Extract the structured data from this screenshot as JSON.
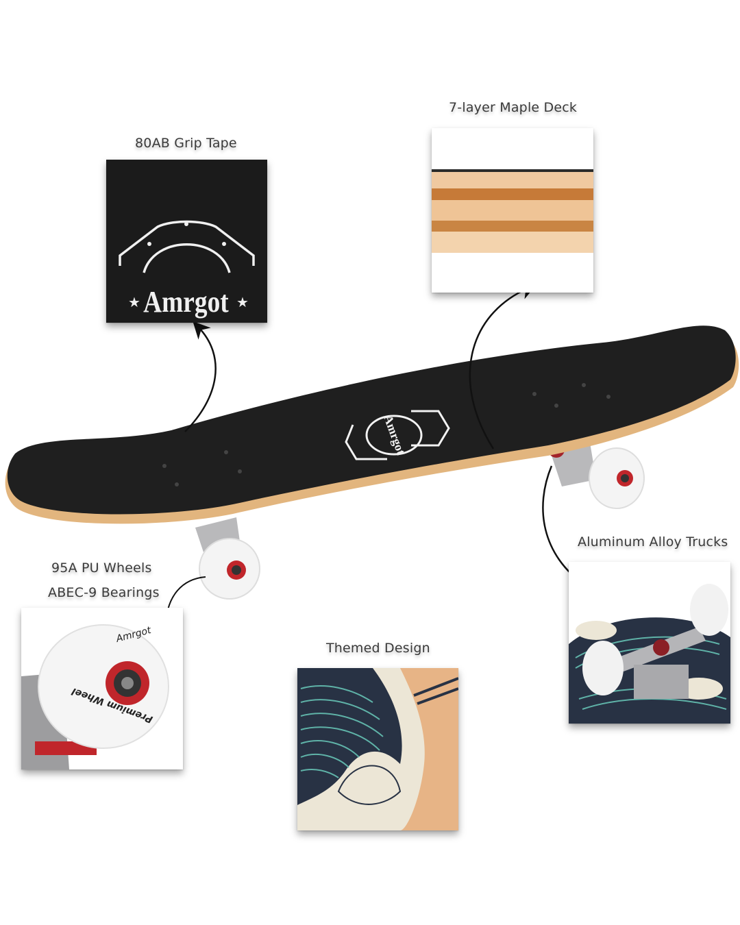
{
  "features": {
    "grip_tape": {
      "label": "80AB Grip Tape",
      "brand_text": "Amrgot"
    },
    "maple_deck": {
      "label": "7-layer Maple Deck"
    },
    "wheels": {
      "label_line1": "95A PU Wheels",
      "label_line2": "ABEC-9 Bearings",
      "wheel_brand": "Amrgot",
      "wheel_text": "Premium Wheel"
    },
    "trucks": {
      "label": "Aluminum Alloy Trucks"
    },
    "design": {
      "label": "Themed Design"
    }
  },
  "product": {
    "brand": "Amrgot",
    "deck_color": "#1f1f1f",
    "wood_color": "#e2b57e",
    "wave_teal": "#5fb3a8",
    "wave_navy": "#283244",
    "foam_cream": "#ece6d6"
  }
}
